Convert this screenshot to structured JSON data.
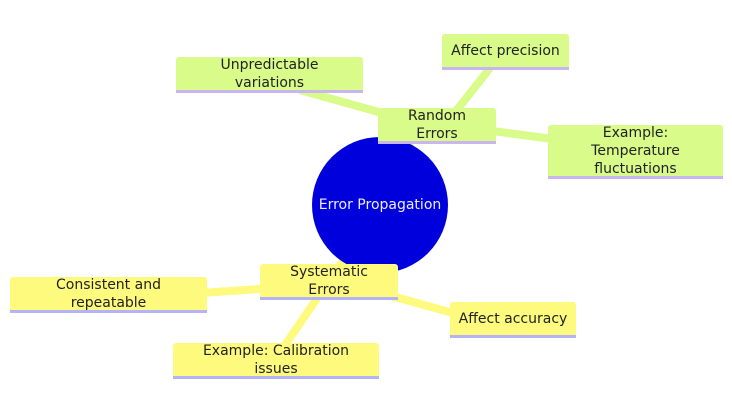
{
  "root": {
    "label": "Error Propagation",
    "color": "#0000dd"
  },
  "branches": [
    {
      "label": "Random Errors",
      "color": "#d8fb8a",
      "children": [
        {
          "label": "Unpredictable variations"
        },
        {
          "label": "Affect precision"
        },
        {
          "label": "Example: Temperature fluctuations"
        }
      ]
    },
    {
      "label": "Systematic Errors",
      "color": "#fdfa7e",
      "children": [
        {
          "label": "Consistent and repeatable"
        },
        {
          "label": "Affect accuracy"
        },
        {
          "label": "Example: Calibration issues"
        }
      ]
    }
  ]
}
